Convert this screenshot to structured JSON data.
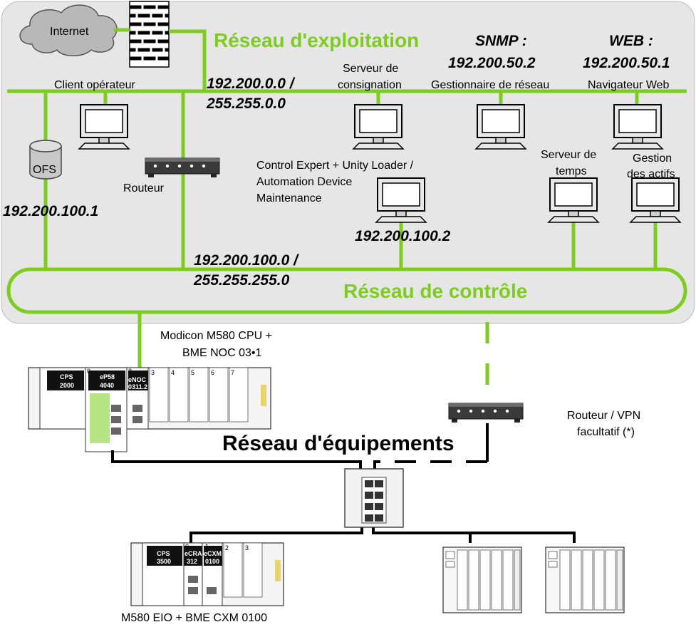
{
  "colors": {
    "network_green": "#7ccd1e",
    "zone_gray": "#e6e6e6",
    "cable_black": "#000000"
  },
  "cloud": {
    "label": "Internet",
    "icon": "cloud-icon"
  },
  "firewall": {
    "icon": "firewall-icon"
  },
  "networks": {
    "operations": {
      "name": "Réseau d'exploitation",
      "address": "192.200.0.0 /",
      "mask": "255.255.0.0"
    },
    "control": {
      "name": "Réseau de contrôle",
      "address": "192.200.100.0 /",
      "mask": "255.255.255.0"
    },
    "device": {
      "name": "Réseau d'équipements"
    }
  },
  "devices": {
    "client": {
      "label": "Client opérateur",
      "icon": "monitor-icon"
    },
    "logger": {
      "line1": "Serveur de",
      "line2": "consignation",
      "icon": "monitor-icon"
    },
    "snmp": {
      "title": "SNMP :",
      "ip": "192.200.50.2",
      "label": "Gestionnaire de réseau",
      "icon": "monitor-icon"
    },
    "web": {
      "title": "WEB :",
      "ip": "192.200.50.1",
      "label": "Navigateur Web",
      "icon": "monitor-icon"
    },
    "ofs": {
      "label": "OFS",
      "ip": "192.200.100.1",
      "icon": "database-icon"
    },
    "router": {
      "label": "Routeur",
      "icon": "router-icon"
    },
    "engineering": {
      "line1": "Control Expert + Unity Loader /",
      "line2": "Automation Device",
      "line3": "Maintenance",
      "ip": "192.200.100.2",
      "icon": "monitor-icon"
    },
    "time_server": {
      "line1": "Serveur de",
      "line2": "temps",
      "icon": "monitor-icon"
    },
    "asset_mgmt": {
      "line1": "Gestion",
      "line2": "des actifs",
      "icon": "monitor-icon"
    }
  },
  "plc": {
    "caption_line1": "Modicon M580 CPU +",
    "caption_line2": "BME NOC 03•1",
    "modules": [
      {
        "slot": "",
        "name": "CPS",
        "sub": "2000"
      },
      {
        "slot": "0",
        "name": "eP58",
        "sub": "4040"
      },
      {
        "slot": "2",
        "name": "eNOC",
        "sub": "0311.2"
      }
    ],
    "slots": [
      "3",
      "4",
      "5",
      "6",
      "7"
    ]
  },
  "vpn_router": {
    "line1": "Routeur / VPN",
    "line2": "facultatif  (*)",
    "icon": "router-icon"
  },
  "switch": {
    "icon": "switch-icon"
  },
  "eio": {
    "caption": "M580 EIO + BME CXM 0100",
    "modules": [
      {
        "slot": "0",
        "name": "CPS",
        "sub": "3500"
      },
      {
        "slot": "",
        "name": "eCRA",
        "sub": "312"
      },
      {
        "slot": "1",
        "name": "eCXM",
        "sub": "0100"
      }
    ],
    "slots": [
      "2",
      "3"
    ]
  }
}
